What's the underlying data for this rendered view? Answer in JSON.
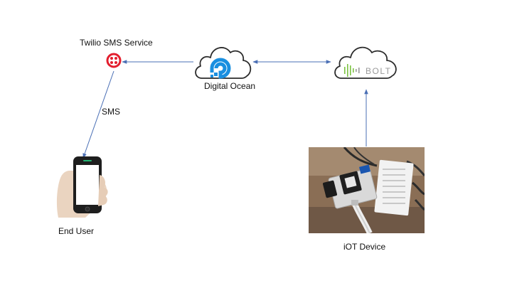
{
  "nodes": {
    "twilio": {
      "label": "Twilio SMS Service",
      "icon": "twilio-logo-icon",
      "color": "#e31e2e"
    },
    "digital_ocean": {
      "label": "Digital Ocean",
      "icon": "digitalocean-cloud-icon",
      "color": "#1a8fe0"
    },
    "bolt": {
      "label": "BOLT",
      "icon": "bolt-cloud-icon",
      "accent": "#7cc242"
    },
    "end_user": {
      "label": "End User",
      "icon": "smartphone-icon"
    },
    "iot_device": {
      "label": "iOT Device",
      "icon": "iot-device-photo"
    }
  },
  "edges": [
    {
      "from": "digital_ocean",
      "to": "twilio",
      "label": ""
    },
    {
      "from": "digital_ocean",
      "to": "bolt",
      "label": "",
      "bidirectional": true
    },
    {
      "from": "twilio",
      "to": "end_user",
      "label": "SMS"
    },
    {
      "from": "iot_device",
      "to": "bolt",
      "label": ""
    }
  ],
  "colors": {
    "arrow": "#4a6fb5"
  }
}
